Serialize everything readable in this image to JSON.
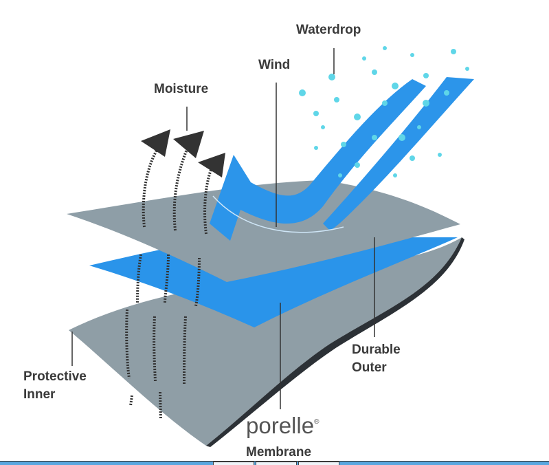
{
  "labels": {
    "waterdrop": "Waterdrop",
    "wind": "Wind",
    "moisture": "Moisture",
    "durable_outer": [
      "Durable",
      "Outer"
    ],
    "protective_inner": [
      "Protective",
      "Inner"
    ],
    "membrane": "Membrane"
  },
  "logo": {
    "name": "porelle",
    "mark": "®"
  },
  "colors": {
    "grey_layer": "#8f9ea6",
    "blue_layer": "#2a94ea",
    "drop": "#5fd6e8",
    "arrow": "#333333"
  }
}
